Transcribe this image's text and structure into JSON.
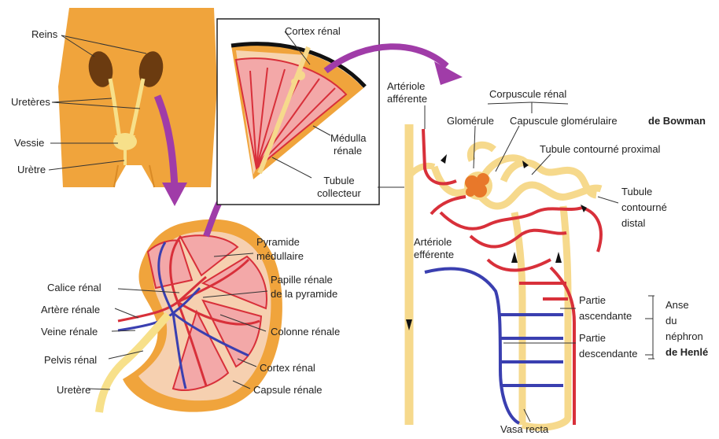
{
  "labels": {
    "reins": "Reins",
    "ureteres": "Uretères",
    "vessie": "Vessie",
    "uretre": "Urètre",
    "cortex_renal_top": "Cortex rénal",
    "medulla_1": "Médulla",
    "medulla_2": "rénale",
    "tubule_collecteur_1": "Tubule",
    "tubule_collecteur_2": "collecteur",
    "arteriole_afferente_1": "Artériole",
    "arteriole_afferente_2": "afférente",
    "corpuscule_renal": "Corpuscule rénal",
    "glomerule": "Glomérule",
    "capsule_glomerulaire": "Capuscule glomérulaire",
    "de_bowman": "de Bowman",
    "tubule_proximal": "Tubule contourné proximal",
    "tubule_distal_1": "Tubule",
    "tubule_distal_2": "contourné",
    "tubule_distal_3": "distal",
    "arteriole_efferente_1": "Artériole",
    "arteriole_efferente_2": "efférente",
    "pyramide_1": "Pyramide",
    "pyramide_2": "médullaire",
    "papille_1": "Papille rénale",
    "papille_2": "de la pyramide",
    "calice_renal": "Calice rénal",
    "artere_renale": "Artère rénale",
    "veine_renale": "Veine rénale",
    "pelvis_renal": "Pelvis rénal",
    "uretere": "Uretère",
    "colonne_renale": "Colonne rénale",
    "cortex_renal_bottom": "Cortex rénal",
    "capsule_renale": "Capsule rénale",
    "partie_ascendante_1": "Partie",
    "partie_ascendante_2": "ascendante",
    "partie_descendante_1": "Partie",
    "partie_descendante_2": "descendante",
    "anse_1": "Anse",
    "anse_2": "du",
    "anse_3": "néphron",
    "de_henle": "de Henlé",
    "vasa_recta": "Vasa recta"
  },
  "colors": {
    "skin": "#f0a43c",
    "skin_dark": "#d98a25",
    "kidney_brown": "#6b3b10",
    "urine_yellow": "#f7e08a",
    "artery_red": "#d8303a",
    "vein_blue": "#3a3fb0",
    "tubule_cream": "#f6d98c",
    "glomerulus_orange": "#e8782a",
    "arrow_purple": "#a03ca8",
    "pyramid_pink": "#f3a8a8",
    "line": "#333333"
  }
}
